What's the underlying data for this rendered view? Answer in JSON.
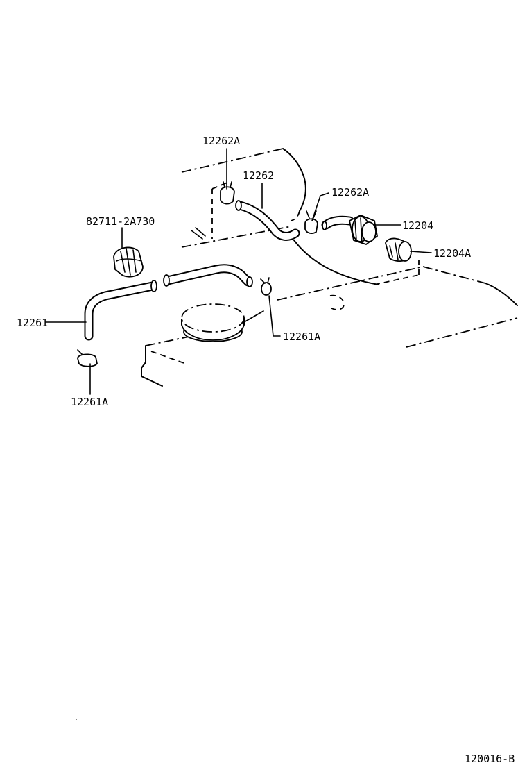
{
  "parts": {
    "clamp_upper_left": "12262A",
    "hose_upper": "12262",
    "clamp_upper_right": "12262A",
    "valve": "12204",
    "grommet": "12204A",
    "clamp_hose_holder": "82711-2A730",
    "hose_lower": "12261",
    "clamp_lower_right": "12261A",
    "clamp_lower_left": "12261A"
  },
  "figure_code": "120016-B"
}
